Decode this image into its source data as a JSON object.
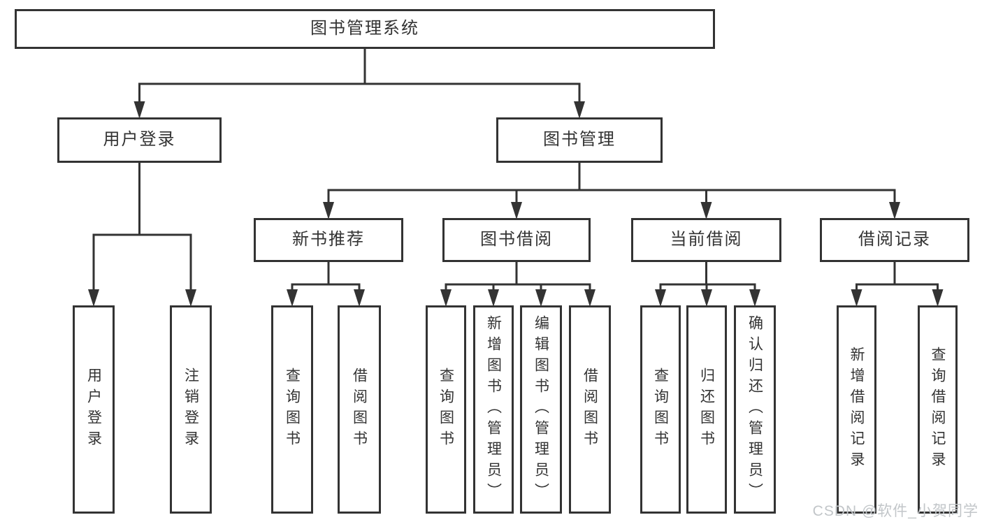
{
  "diagram": {
    "watermark": "CSDN @软件_小贺同学",
    "colors": {
      "line": "#333333",
      "text": "#333333",
      "box_background": "#ffffff",
      "watermark": "#c2c6c9",
      "background": "#ffffff"
    },
    "nodes": [
      {
        "id": "root",
        "label": "图书管理系统",
        "level": 1,
        "orientation": "horizontal"
      },
      {
        "id": "login",
        "label": "用户登录",
        "level": 2,
        "orientation": "horizontal"
      },
      {
        "id": "bookmgmt",
        "label": "图书管理",
        "level": 2,
        "orientation": "horizontal"
      },
      {
        "id": "newbook",
        "label": "新书推荐",
        "level": 3,
        "orientation": "horizontal"
      },
      {
        "id": "borrow",
        "label": "图书借阅",
        "level": 3,
        "orientation": "horizontal"
      },
      {
        "id": "current",
        "label": "当前借阅",
        "level": 3,
        "orientation": "horizontal"
      },
      {
        "id": "records",
        "label": "借阅记录",
        "level": 3,
        "orientation": "horizontal"
      },
      {
        "id": "login-do",
        "label": "用户登录",
        "level": 4,
        "orientation": "vertical"
      },
      {
        "id": "logout",
        "label": "注销登录",
        "level": 4,
        "orientation": "vertical"
      },
      {
        "id": "nb-query",
        "label": "查询图书",
        "level": 4,
        "orientation": "vertical"
      },
      {
        "id": "nb-borrow",
        "label": "借阅图书",
        "level": 4,
        "orientation": "vertical"
      },
      {
        "id": "bw-query",
        "label": "查询图书",
        "level": 4,
        "orientation": "vertical"
      },
      {
        "id": "bw-add",
        "label": "新增图书（管理员）",
        "level": 4,
        "orientation": "vertical"
      },
      {
        "id": "bw-edit",
        "label": "编辑图书（管理员）",
        "level": 4,
        "orientation": "vertical"
      },
      {
        "id": "bw-borrow",
        "label": "借阅图书",
        "level": 4,
        "orientation": "vertical"
      },
      {
        "id": "cu-query",
        "label": "查询图书",
        "level": 4,
        "orientation": "vertical"
      },
      {
        "id": "cu-return",
        "label": "归还图书",
        "level": 4,
        "orientation": "vertical"
      },
      {
        "id": "cu-confirm",
        "label": "确认归还（管理员）",
        "level": 4,
        "orientation": "vertical"
      },
      {
        "id": "rc-add",
        "label": "新增借阅记录",
        "level": 4,
        "orientation": "vertical"
      },
      {
        "id": "rc-query",
        "label": "查询借阅记录",
        "level": 4,
        "orientation": "vertical"
      }
    ],
    "edges": [
      {
        "from": "root",
        "to": [
          "login",
          "bookmgmt"
        ]
      },
      {
        "from": "login",
        "to": [
          "login-do",
          "logout"
        ]
      },
      {
        "from": "bookmgmt",
        "to": [
          "newbook",
          "borrow",
          "current",
          "records"
        ]
      },
      {
        "from": "newbook",
        "to": [
          "nb-query",
          "nb-borrow"
        ]
      },
      {
        "from": "borrow",
        "to": [
          "bw-query",
          "bw-add",
          "bw-edit",
          "bw-borrow"
        ]
      },
      {
        "from": "current",
        "to": [
          "cu-query",
          "cu-return",
          "cu-confirm"
        ]
      },
      {
        "from": "records",
        "to": [
          "rc-add",
          "rc-query"
        ]
      }
    ]
  }
}
